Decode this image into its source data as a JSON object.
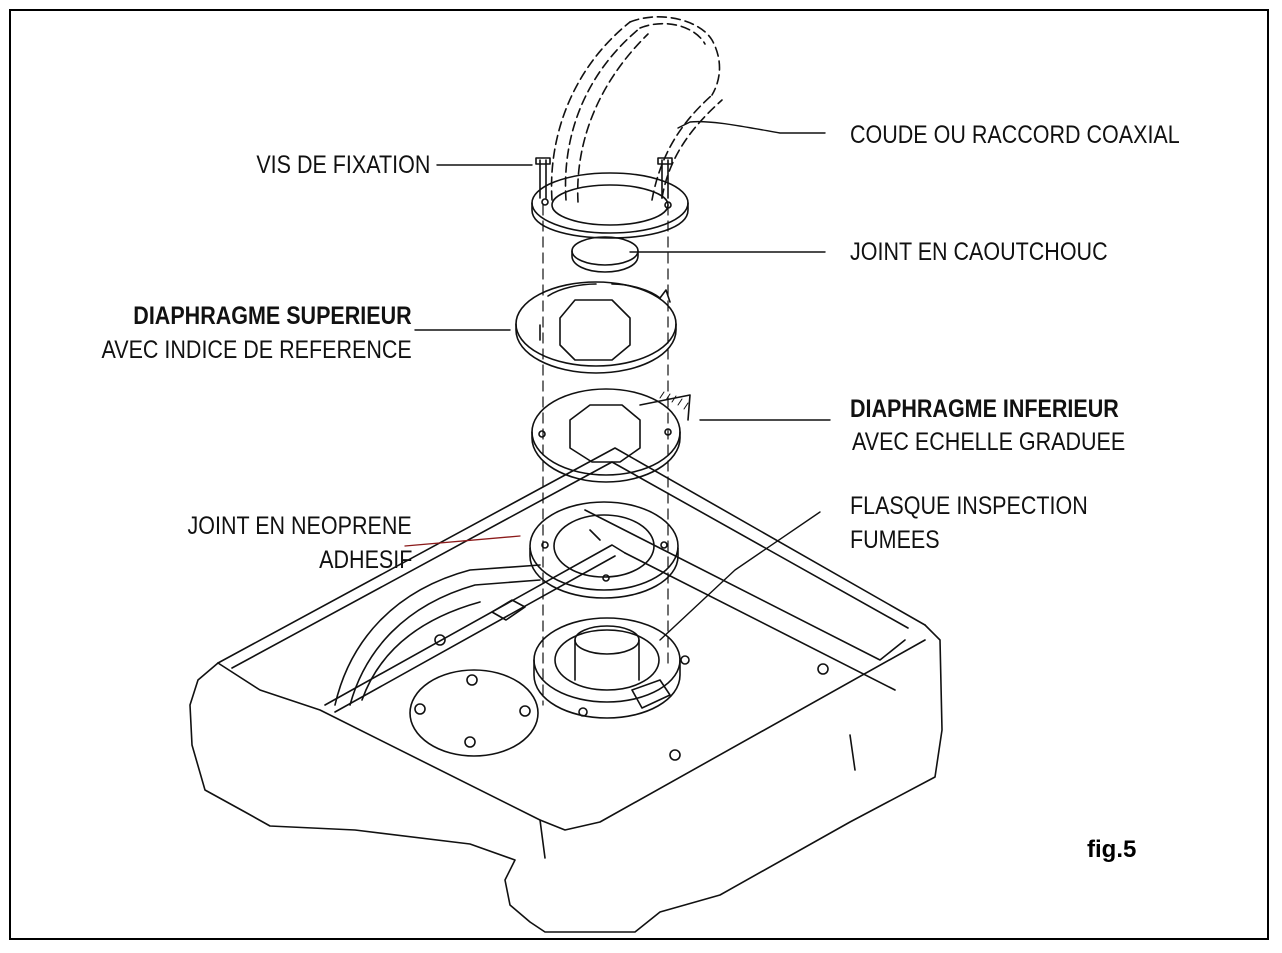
{
  "labels": {
    "coude": "COUDE OU RACCORD COAXIAL",
    "vis": "VIS DE FIXATION",
    "joint_caoutchouc": "JOINT EN CAOUTCHOUC",
    "diaph_sup_title": "DIAPHRAGME SUPERIEUR",
    "diaph_sup_sub": "AVEC INDICE DE REFERENCE",
    "diaph_inf_title": "DIAPHRAGME INFERIEUR",
    "diaph_inf_sub": "AVEC ECHELLE GRADUEE",
    "neoprene_line1": "JOINT EN NEOPRENE",
    "neoprene_line2": "ADHESIF",
    "flasque_line1": "FLASQUE INSPECTION",
    "flasque_line2": "FUMEES"
  },
  "figure_label": "fig.5",
  "colors": {
    "ink": "#111111",
    "leader_red": "#8b1a1a"
  }
}
